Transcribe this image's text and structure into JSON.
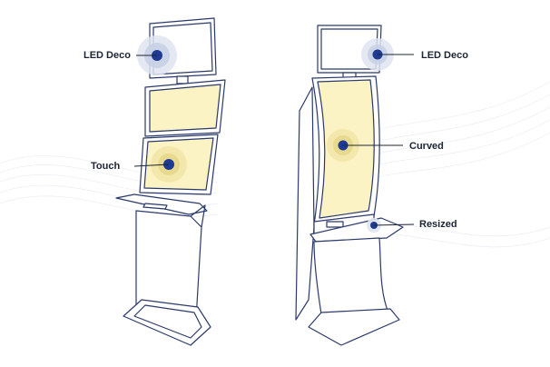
{
  "colors": {
    "outline": "#2b3a6b",
    "screen": "#fbf3c4",
    "marker": "#1f3a93",
    "halo": "#dfe4f0",
    "text": "#1d2433",
    "wave": "#e9edf3"
  },
  "callouts": {
    "led_deco_left": "LED Deco",
    "touch": "Touch",
    "led_deco_right": "LED Deco",
    "curved": "Curved",
    "resized": "Resized"
  }
}
